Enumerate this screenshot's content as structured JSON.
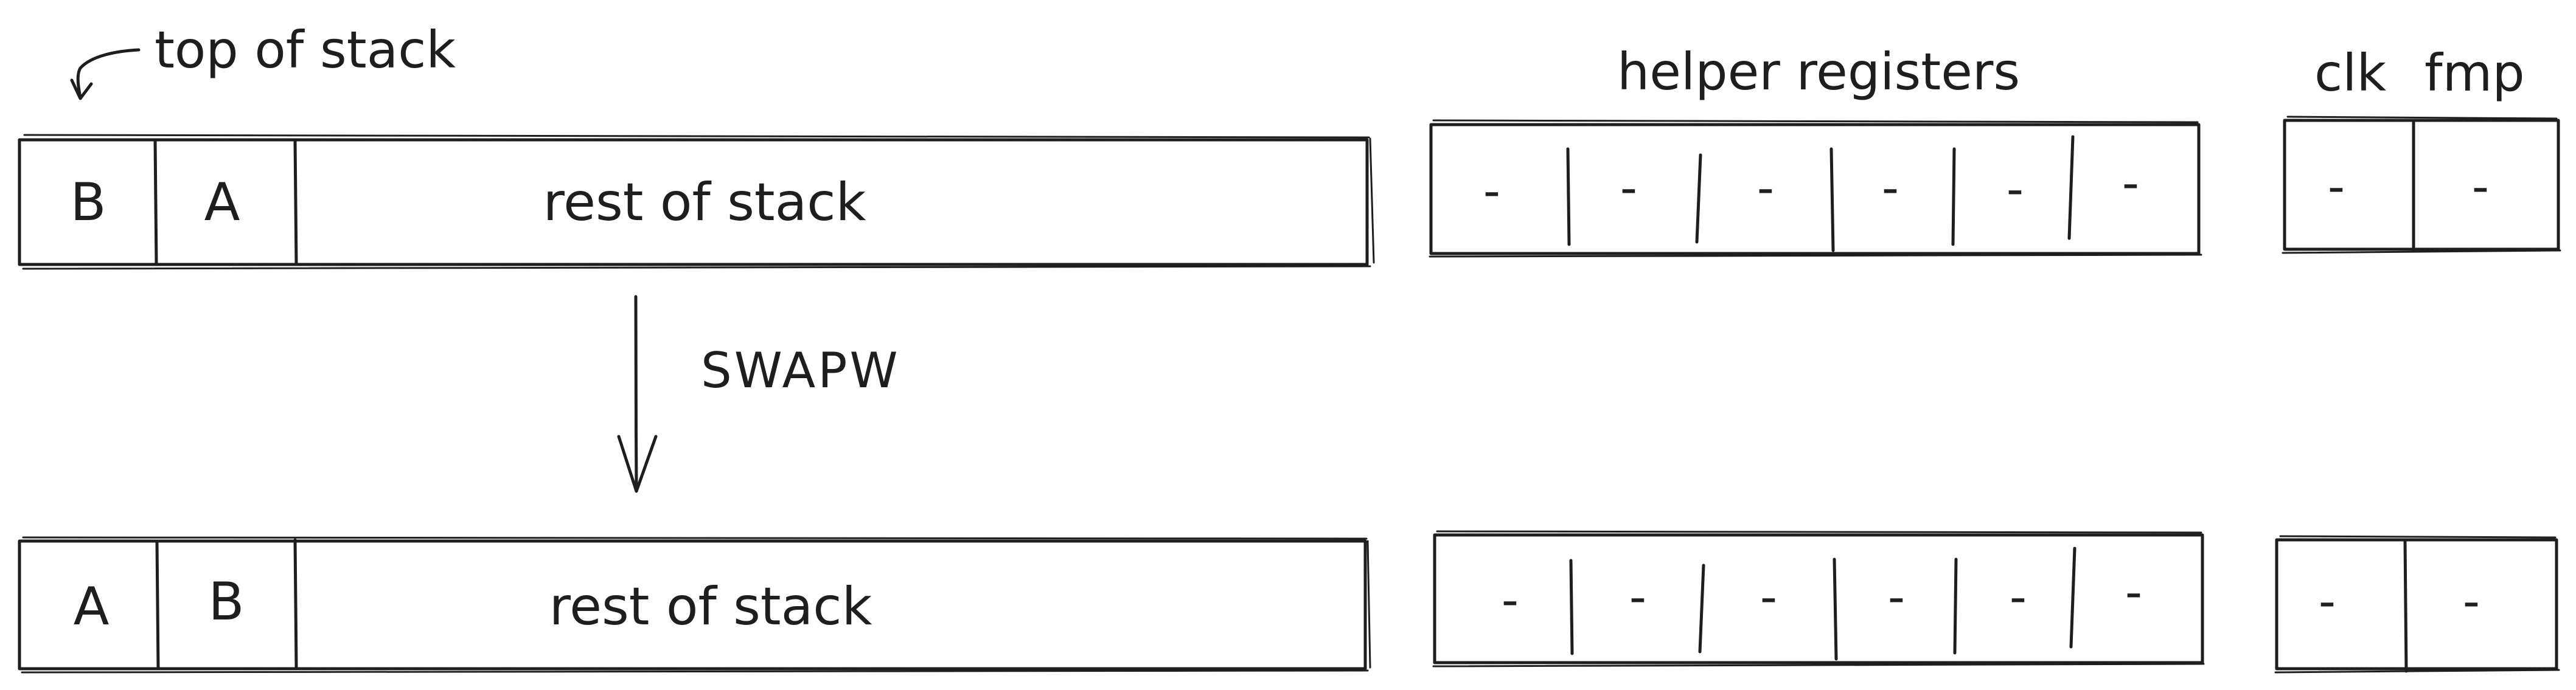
{
  "annotations": {
    "top_of_stack": "top of stack",
    "helper_registers": "helper registers",
    "clk": "clk",
    "fmp": "fmp"
  },
  "operation": "SWAPW",
  "before": {
    "stack": [
      "B",
      "A"
    ],
    "rest": "rest of stack",
    "helpers": [
      "-",
      "-",
      "-",
      "-",
      "-",
      "-"
    ],
    "clk": "-",
    "fmp": "-"
  },
  "after": {
    "stack": [
      "A",
      "B"
    ],
    "rest": "rest of stack",
    "helpers": [
      "-",
      "-",
      "-",
      "-",
      "-",
      "-"
    ],
    "clk": "-",
    "fmp": "-"
  }
}
